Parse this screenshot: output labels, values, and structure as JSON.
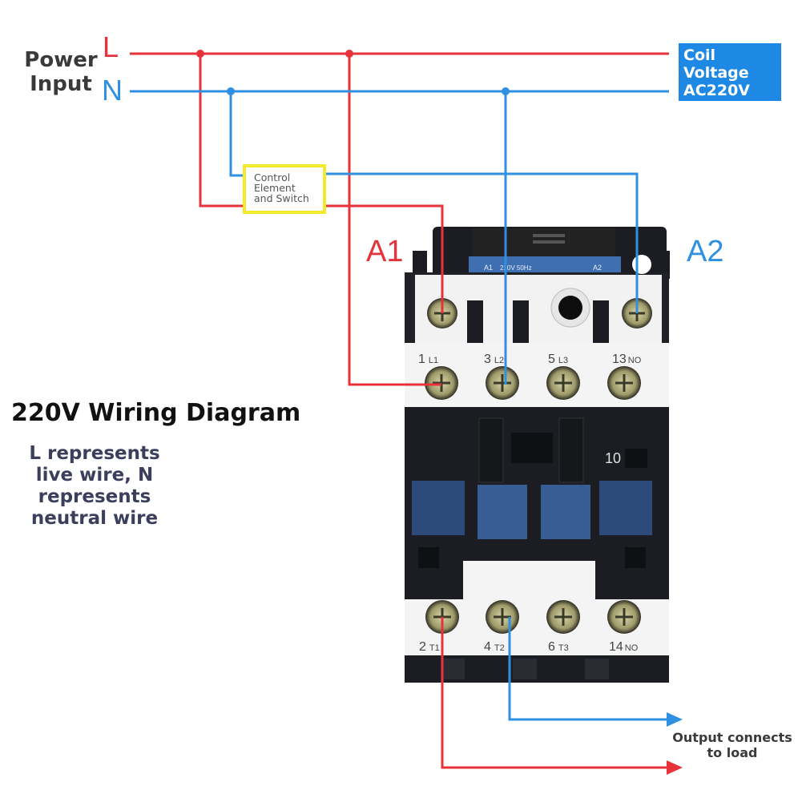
{
  "power_input": {
    "line1": "Power",
    "line2": "Input"
  },
  "lines": {
    "live": "L",
    "neutral": "N"
  },
  "coil_voltage": {
    "line1": "Coil",
    "line2": "Voltage",
    "line3": "AC220V"
  },
  "control_element": {
    "line1": "Control",
    "line2": "Element",
    "line3": "and Switch"
  },
  "coil_terminals": {
    "a1": "A1",
    "a2": "A2"
  },
  "contactor": {
    "coil_plate": "220V 50Hz",
    "coil_plate_a1": "A1",
    "coil_plate_a2": "A2",
    "aux_code": "10",
    "top_terminals": [
      {
        "num": "1",
        "sub": "L1"
      },
      {
        "num": "3",
        "sub": "L2"
      },
      {
        "num": "5",
        "sub": "L3"
      },
      {
        "num": "13",
        "sub": "NO"
      }
    ],
    "bottom_terminals": [
      {
        "num": "2",
        "sub": "T1"
      },
      {
        "num": "4",
        "sub": "T2"
      },
      {
        "num": "6",
        "sub": "T3"
      },
      {
        "num": "14",
        "sub": "NO"
      }
    ]
  },
  "title": "220V Wiring Diagram",
  "description": {
    "line1": "L represents",
    "line2": "live wire, N",
    "line3": "represents",
    "line4": "neutral wire"
  },
  "output_note": {
    "line1": "Output connects",
    "line2": "to load"
  },
  "colors": {
    "live": "#e8323a",
    "neutral": "#2f8fe0",
    "coil_box": "#1e88e5",
    "control_border": "#f3ea2a",
    "contactor_body": "#1b1d22"
  }
}
